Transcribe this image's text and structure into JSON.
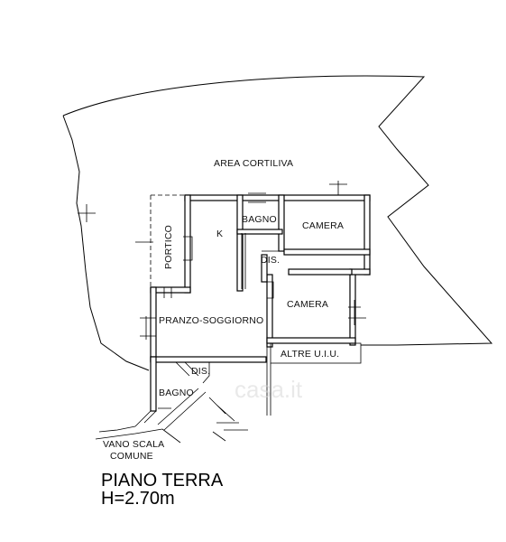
{
  "plan": {
    "title": "PIANO TERRA",
    "height_label": "H=2.70m",
    "watermark": "casa.it",
    "rooms": {
      "area_cortiliva": "AREA CORTILIVA",
      "bagno_top": "BAGNO",
      "camera_top": "CAMERA",
      "k": "K",
      "portico": "PORTICO",
      "dis_top": "DIS.",
      "camera_mid": "CAMERA",
      "pranzo": "PRANZO-SOGGIORNO",
      "altre": "ALTRE U.I.U.",
      "dis_bottom": "DIS.",
      "bagno_bottom": "BAGNO",
      "vano_scala_1": "VANO SCALA",
      "vano_scala_2": "COMUNE"
    }
  }
}
